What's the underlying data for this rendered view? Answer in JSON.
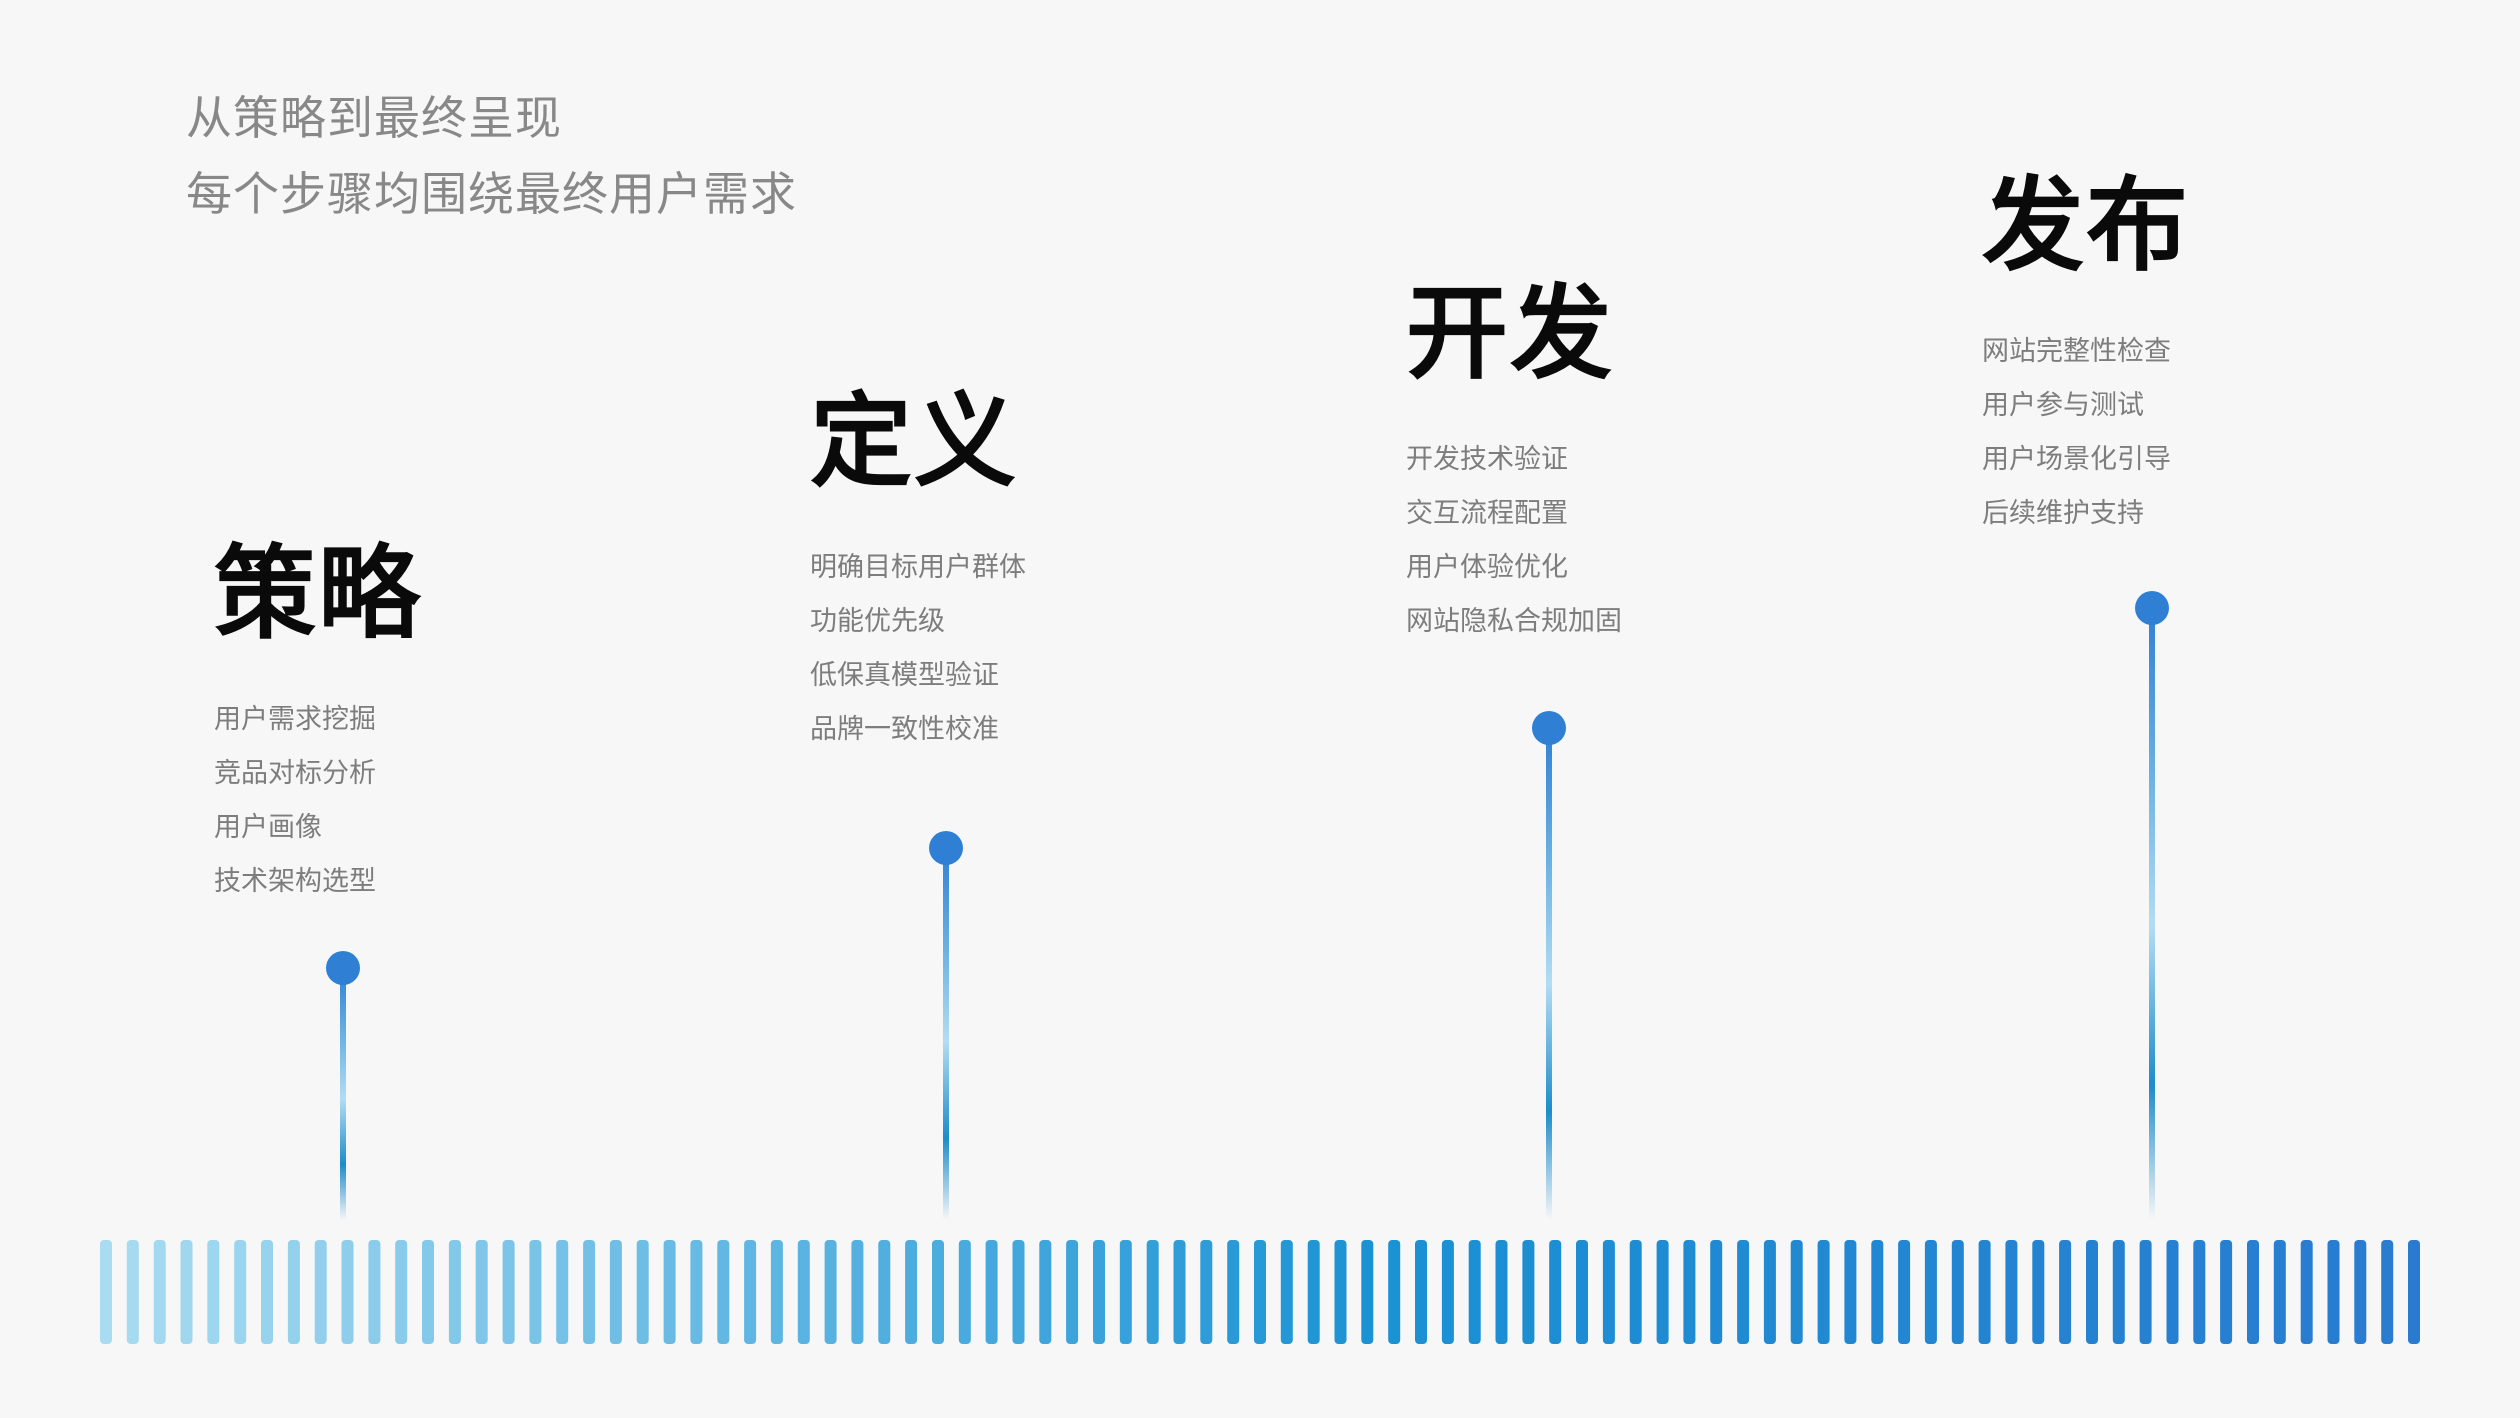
{
  "intro": {
    "line1": "从策略到最终呈现",
    "line2": "每个步骤均围绕最终用户需求"
  },
  "stages": [
    {
      "title": "策略",
      "items": [
        "用户需求挖掘",
        "竞品对标分析",
        "用户画像",
        "技术架构选型"
      ]
    },
    {
      "title": "定义",
      "items": [
        "明确目标用户群体",
        "功能优先级",
        "低保真模型验证",
        "品牌一致性校准"
      ]
    },
    {
      "title": "开发",
      "items": [
        "开发技术验证",
        "交互流程配置",
        "用户体验优化",
        "网站隐私合规加固"
      ]
    },
    {
      "title": "发布",
      "items": [
        "网站完整性检查",
        "用户参与测试",
        "用户场景化引导",
        "后续维护支持"
      ]
    }
  ],
  "colors": {
    "bar_start": "#a9dcf1",
    "bar_mid": "#1a92d4",
    "bar_end": "#2a7bd0",
    "pin_dot": "#2f80d5"
  }
}
